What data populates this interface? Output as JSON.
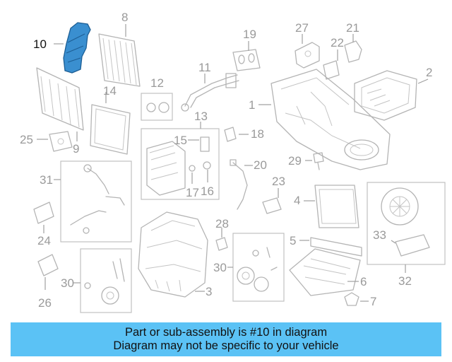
{
  "callouts": {
    "c1": "1",
    "c2": "2",
    "c3": "3",
    "c4": "4",
    "c5": "5",
    "c6": "6",
    "c7": "7",
    "c8": "8",
    "c9": "9",
    "c10": "10",
    "c11": "11",
    "c12": "12",
    "c13": "13",
    "c14": "14",
    "c15": "15",
    "c16": "16",
    "c17": "17",
    "c18": "18",
    "c19": "19",
    "c20": "20",
    "c21": "21",
    "c22": "22",
    "c23": "23",
    "c24": "24",
    "c25": "25",
    "c26": "26",
    "c27": "27",
    "c28": "28",
    "c29": "29",
    "c30a": "30",
    "c30b": "30",
    "c31": "31",
    "c32": "32",
    "c33": "33"
  },
  "highlighted_part": "10",
  "colors": {
    "highlight_part": "#3a8fd0",
    "banner": "#5bc2f5",
    "callout_text": "#9a9a9a"
  },
  "banner": {
    "line1": "Part or sub-assembly is #10 in diagram",
    "line2": "Diagram may not be specific to your vehicle"
  }
}
